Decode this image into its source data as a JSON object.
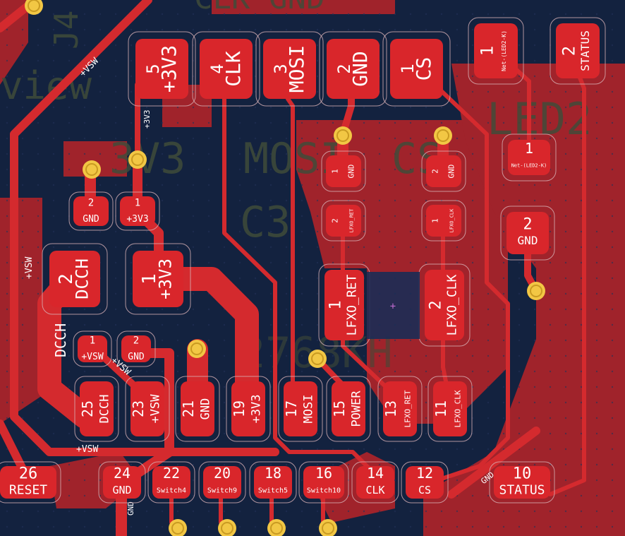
{
  "board": {
    "background_color": "#13223f",
    "copper_color": "#d42a2e",
    "copper_dark_color": "#b3262a",
    "pad_color": "#d9262b",
    "via_color": "#f2c744",
    "outline_color": "#d8b2b6",
    "silk_color": "#404c3a"
  },
  "silkscreen": {
    "top_fragment": "CLK GND",
    "big_mosi": "MOSI",
    "big_cs": "CS",
    "big_3v3": "3V3",
    "big_c3": "C3",
    "big_led": "LED2",
    "big_num": "2768KH",
    "view_fragment": "view",
    "j4_fragment": "J4"
  },
  "header_pins": [
    {
      "num": "5",
      "net": "+3V3"
    },
    {
      "num": "4",
      "net": "CLK"
    },
    {
      "num": "3",
      "net": "MOSI"
    },
    {
      "num": "2",
      "net": "GND"
    },
    {
      "num": "1",
      "net": "CS"
    }
  ],
  "led_pads": [
    {
      "num": "1",
      "net": "Net-(LED2-K)"
    },
    {
      "num": "2",
      "net": "STATUS"
    }
  ],
  "led_small_pad": {
    "num": "1",
    "net": "Net-(LED2-K)"
  },
  "led_gnd_pad": {
    "num": "2",
    "net": "GND"
  },
  "cap_gnd_pads": [
    {
      "num": "1",
      "net": "GND"
    },
    {
      "num": "2",
      "net": "GND"
    }
  ],
  "lfxo_small_pads": [
    {
      "num": "2",
      "net": "LFXO_RET"
    },
    {
      "num": "1",
      "net": "LFXO_CLK"
    }
  ],
  "crystal_pads": [
    {
      "num": "1",
      "net": "LFXO_RET"
    },
    {
      "num": "2",
      "net": "LFXO_CLK"
    }
  ],
  "left_cap_pads": [
    {
      "num": "2",
      "net": "GND"
    },
    {
      "num": "1",
      "net": "+3V3"
    }
  ],
  "big_pads": [
    {
      "num": "2",
      "net": "DCCH"
    },
    {
      "num": "1",
      "net": "+3V3"
    }
  ],
  "vsw_pads": [
    {
      "num": "1",
      "net": "+VSW"
    },
    {
      "num": "2",
      "net": "GND"
    }
  ],
  "ic_pads_row1": [
    {
      "num": "25",
      "net": "DCCH"
    },
    {
      "num": "23",
      "net": "+VSW"
    },
    {
      "num": "21",
      "net": "GND"
    },
    {
      "num": "19",
      "net": "+3V3"
    },
    {
      "num": "17",
      "net": "MOSI"
    },
    {
      "num": "15",
      "net": "POWER"
    },
    {
      "num": "13",
      "net": "LFXO_RET"
    },
    {
      "num": "11",
      "net": "LFXO_CLK"
    }
  ],
  "ic_pads_row2": [
    {
      "num": "26",
      "net": "RESET"
    },
    {
      "num": "24",
      "net": "GND"
    },
    {
      "num": "22",
      "net": "Switch4"
    },
    {
      "num": "20",
      "net": "Switch9"
    },
    {
      "num": "18",
      "net": "Switch5"
    },
    {
      "num": "16",
      "net": "Switch10"
    },
    {
      "num": "14",
      "net": "CLK"
    },
    {
      "num": "12",
      "net": "CS"
    },
    {
      "num": "10",
      "net": "STATUS"
    }
  ],
  "track_labels": {
    "vsw_diag": "+VSW",
    "vsw_left": "+VSW",
    "vsw_bottom": "+VSW",
    "vsw_mid": "+VSW",
    "v3_vertical": "+3V3",
    "dcch_left": "DCCH",
    "gnd_vertical": "GND",
    "gnd_diag": "GND"
  }
}
